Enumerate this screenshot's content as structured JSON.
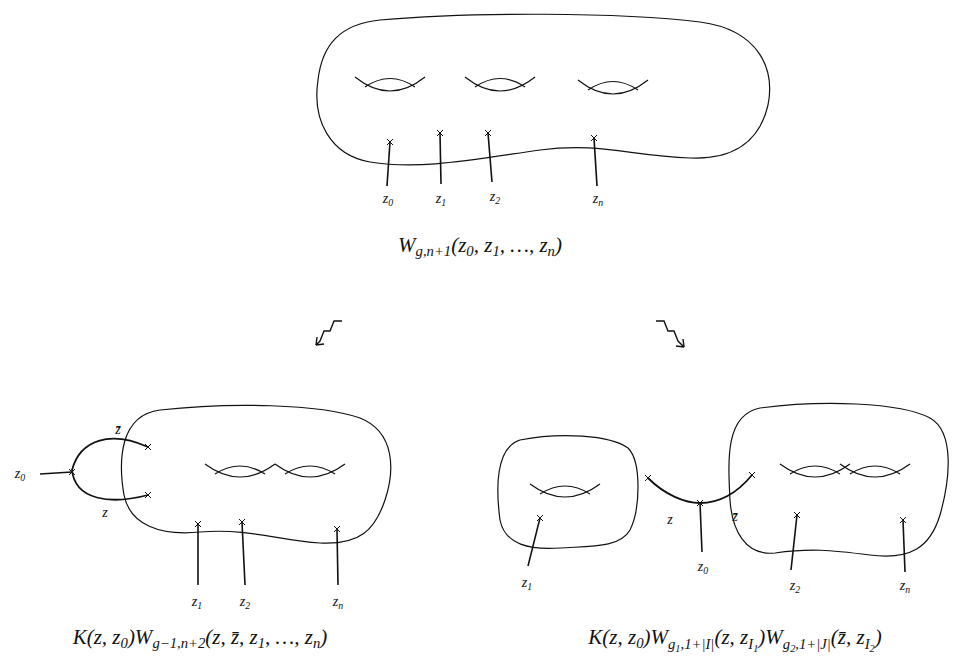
{
  "diagram": {
    "labels": [
      "z0",
      "z1",
      "z2",
      "zn",
      "Wg,n+1(z0, z1, …, zn)",
      "z̄",
      "z0",
      "z",
      "z1",
      "z2",
      "zn",
      "K(z, z0)Wg−1,n+2(z, z̄, z1, …, zn)",
      "z1",
      "z",
      "z0",
      "z̄",
      "z2",
      "zn",
      "K(z, z0)Wg1,1+|I|(z, zI1)Wg2,1+|J|(z̄, zI2)"
    ]
  }
}
